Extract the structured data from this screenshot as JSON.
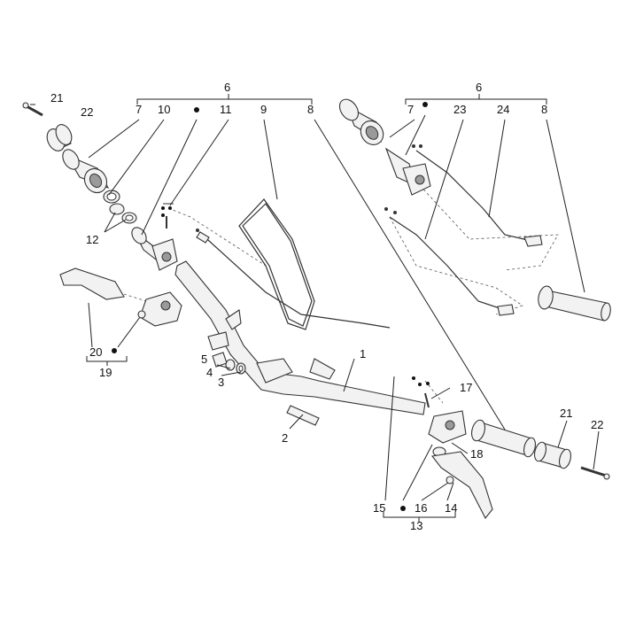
{
  "labels": {
    "top_left_group": "6",
    "top_right_group": "6",
    "l7": "7",
    "l10": "10",
    "l11": "11",
    "l9": "9",
    "l8": "8",
    "r7": "7",
    "r23": "23",
    "r24": "24",
    "r8": "8",
    "l21": "21",
    "l22": "22",
    "l12": "12",
    "l20": "20",
    "l19": "19",
    "l1": "1",
    "l2": "2",
    "l3": "3",
    "l4": "4",
    "l5": "5",
    "l17": "17",
    "l18": "18",
    "l15": "15",
    "l16": "16",
    "l14": "14",
    "l13": "13",
    "r21": "21",
    "r22": "22"
  }
}
